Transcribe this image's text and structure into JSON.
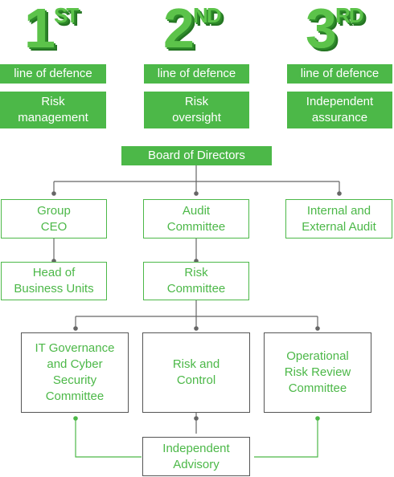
{
  "defences": [
    {
      "num": "1",
      "suffix": "ST",
      "label": "line of defence",
      "role": "Risk\nmanagement"
    },
    {
      "num": "2",
      "suffix": "ND",
      "label": "line of defence",
      "role": "Risk\noversight"
    },
    {
      "num": "3",
      "suffix": "RD",
      "label": "line of defence",
      "role": "Independent\nassurance"
    }
  ],
  "org": {
    "board": "Board of Directors",
    "group_ceo": "Group\nCEO",
    "audit_committee": "Audit\nCommittee",
    "internal_external_audit": "Internal and\nExternal Audit",
    "head_business_units": "Head of\nBusiness Units",
    "risk_committee": "Risk\nCommittee",
    "it_governance": "IT Governance\nand Cyber\nSecurity\nCommittee",
    "risk_control": "Risk and\nControl",
    "operational_risk": "Operational\nRisk Review\nCommittee",
    "independent_advisory": "Independent\nAdvisory"
  },
  "colors": {
    "green": "#4cb848",
    "connector": "#555555",
    "advisory_line": "#4cb848"
  }
}
